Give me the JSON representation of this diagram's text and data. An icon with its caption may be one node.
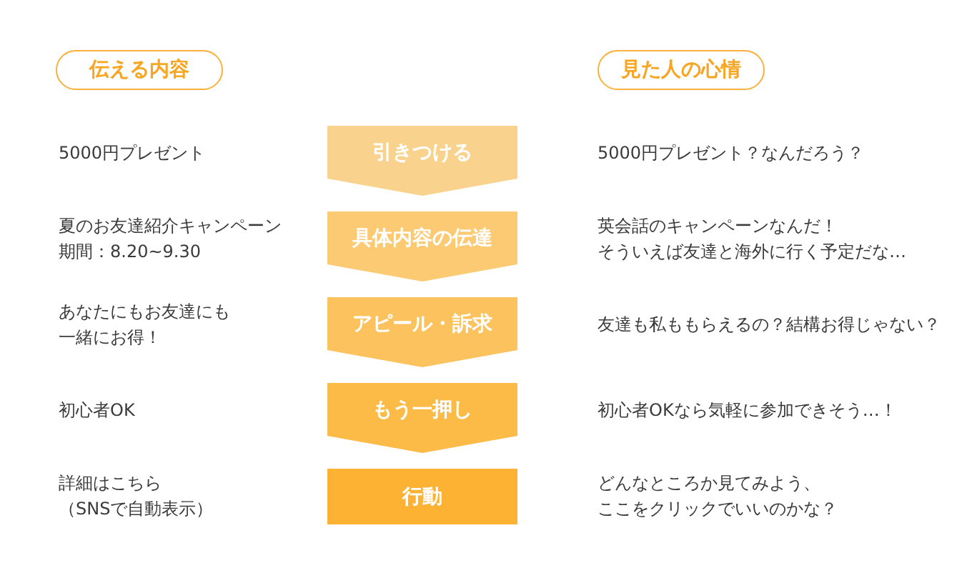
{
  "diagram": {
    "nodes": [
      {
        "text": [
          "伝える内容"
        ]
      },
      {
        "text": [
          "見た人の心情"
        ]
      },
      {
        "text": [
          "引きつける"
        ]
      },
      {
        "text": [
          "具体内容の伝達"
        ]
      },
      {
        "text": [
          "アピール・訴求"
        ]
      },
      {
        "text": [
          "もう一押し"
        ]
      },
      {
        "text": [
          "行動"
        ]
      }
    ],
    "labels": [
      "5000円プレゼント",
      "5000円プレゼント？なんだろう？",
      "夏のお友達紹介キャンペーン",
      "期間：8.20~9.30",
      "英会話のキャンペーンなんだ！そういえば友達と海外に行く予定だな…",
      "あなたにもお友達にも一緒にお得！",
      "友達も私ももらえるの？結構お得じゃない？",
      "初心者OK",
      "初心者OKなら気軽に参加できそう…！",
      "詳細はこちら",
      "（SNSで自動表示）",
      "どんなところか見てみよう、ここをクリックでいいのかな？"
    ]
  }
}
